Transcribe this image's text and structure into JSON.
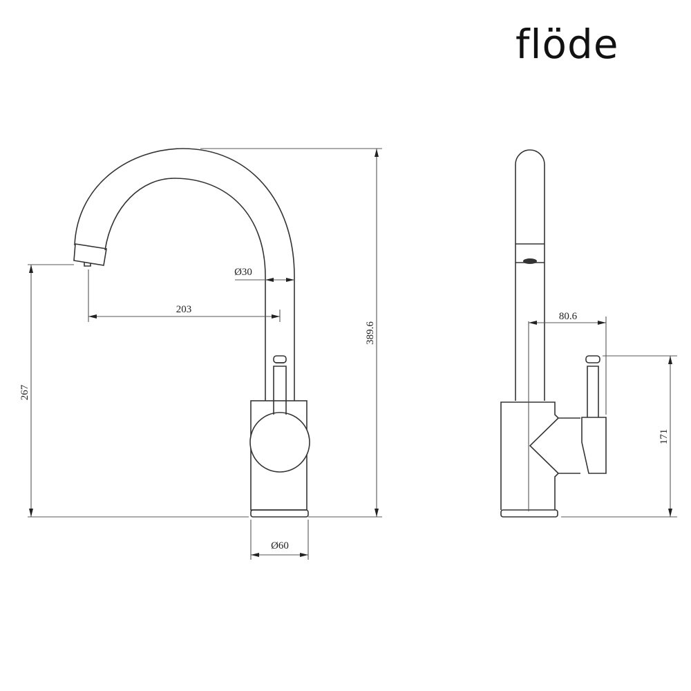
{
  "brand": {
    "logo_text": "flöde"
  },
  "front_view": {
    "dimensions": {
      "total_height": "389.6",
      "spout_height": "267",
      "spout_reach": "203",
      "spout_diameter": "Ø30",
      "base_diameter": "Ø60"
    }
  },
  "side_view": {
    "dimensions": {
      "handle_offset": "80.6",
      "handle_height": "171"
    }
  },
  "colors": {
    "line": "#333333",
    "background": "#ffffff"
  }
}
